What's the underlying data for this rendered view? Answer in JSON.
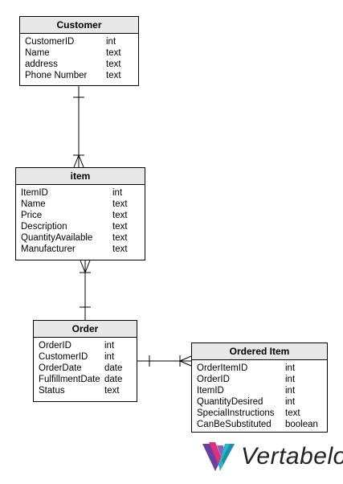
{
  "entities": {
    "customer": {
      "title": "Customer",
      "columns": [
        {
          "name": "CustomerID",
          "type": "int"
        },
        {
          "name": "Name",
          "type": "text"
        },
        {
          "name": "address",
          "type": "text"
        },
        {
          "name": "Phone Number",
          "type": "text"
        }
      ]
    },
    "item": {
      "title": "item",
      "columns": [
        {
          "name": "ItemID",
          "type": "int"
        },
        {
          "name": "Name",
          "type": "text"
        },
        {
          "name": "Price",
          "type": "text"
        },
        {
          "name": "Description",
          "type": "text"
        },
        {
          "name": "QuantityAvailable",
          "type": "text"
        },
        {
          "name": "Manufacturer",
          "type": "text"
        }
      ]
    },
    "order": {
      "title": "Order",
      "columns": [
        {
          "name": "OrderID",
          "type": "int"
        },
        {
          "name": "CustomerID",
          "type": "int"
        },
        {
          "name": "OrderDate",
          "type": "date"
        },
        {
          "name": "FulfillmentDate",
          "type": "date"
        },
        {
          "name": "Status",
          "type": "text"
        }
      ]
    },
    "ordered_item": {
      "title": "Ordered Item",
      "columns": [
        {
          "name": "OrderItemID",
          "type": "int"
        },
        {
          "name": "OrderID",
          "type": "int"
        },
        {
          "name": "ItemID",
          "type": "int"
        },
        {
          "name": "QuantityDesired",
          "type": "int"
        },
        {
          "name": "SpecialInstructions",
          "type": "text"
        },
        {
          "name": "CanBeSubstituted",
          "type": "boolean"
        }
      ]
    }
  },
  "relationships": [
    {
      "from": "customer",
      "to": "item",
      "from_end": "one",
      "to_end": "many"
    },
    {
      "from": "item",
      "to": "order",
      "from_end": "many",
      "to_end": "one"
    },
    {
      "from": "order",
      "to": "ordered_item",
      "from_end": "one",
      "to_end": "many"
    }
  ],
  "logo": {
    "brand": "Vertabelo",
    "icon": "vertabelo-logo-icon",
    "colors": [
      "#6b3fa0",
      "#e0307a",
      "#2bb5c9",
      "#8b5fc0"
    ]
  }
}
